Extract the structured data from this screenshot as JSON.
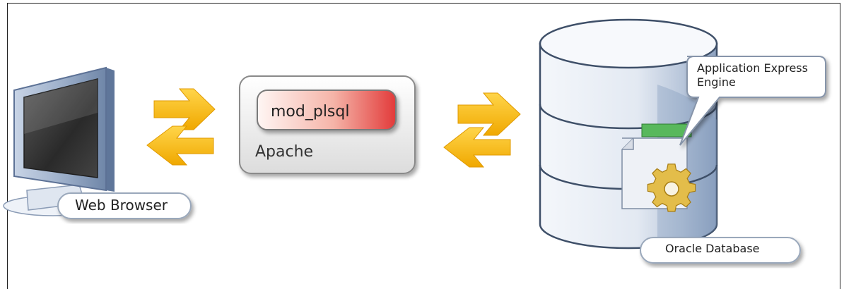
{
  "diagram": {
    "components": {
      "web_browser": {
        "label": "Web Browser"
      },
      "apache": {
        "label": "Apache",
        "module_label": "mod_plsql"
      },
      "database": {
        "label": "Oracle Database",
        "engine_label": "Application Express Engine"
      }
    },
    "icons": [
      "monitor-icon",
      "exchange-arrows-icon",
      "database-cylinder-icon",
      "document-icon",
      "gear-icon"
    ],
    "colors": {
      "arrow": "#f5b800",
      "monitor_frame": "#7f95b4",
      "cylinder": "#e4ebf4",
      "cylinder_shadow": "#8fa3c0",
      "module_gradient_end": "#e23a3a",
      "document_tab": "#4caf50",
      "gear": "#e3bd4a"
    }
  }
}
